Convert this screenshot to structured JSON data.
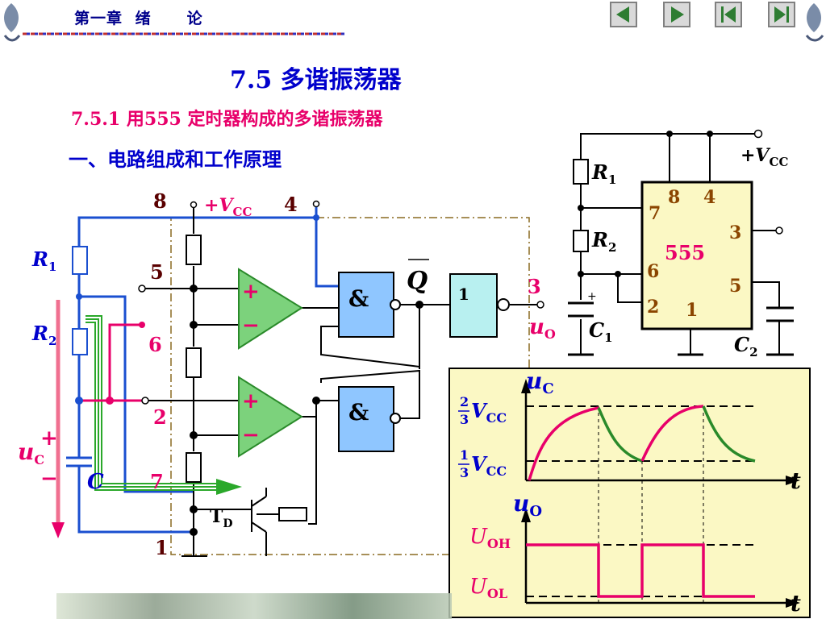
{
  "header": {
    "chapter_prefix": "第一章",
    "chapter_a": "绪",
    "chapter_b": "论"
  },
  "nav": {
    "buttons": [
      "prev-icon",
      "next-icon",
      "first-icon",
      "last-icon"
    ]
  },
  "title": "7.5 多谐振荡器",
  "subtitle_1": "7.5.1 用555 定时器构成的多谐振荡器",
  "subtitle_2": "一、电路组成和工作原理",
  "circuit": {
    "pin_8": "8",
    "pin_4": "4",
    "pin_5": "5",
    "pin_6": "6",
    "pin_2": "2",
    "pin_7": "7",
    "pin_1": "1",
    "pin_3": "3",
    "vcc_plus": "+",
    "vcc_v": "V",
    "vcc_sub": "CC",
    "r1": "R",
    "r1_sub": "1",
    "r2": "R",
    "r2_sub": "2",
    "c": "C",
    "uc": "u",
    "uc_sub": "C",
    "plus": "+",
    "minus": "−",
    "and": "&",
    "not": "1",
    "qbar": "Q",
    "td": "T",
    "td_sub": "D",
    "uo": "u",
    "uo_sub": "O"
  },
  "chip": {
    "label": "555",
    "pin8": "8",
    "pin4": "4",
    "pin7": "7",
    "pin3": "3",
    "pin6": "6",
    "pin5": "5",
    "pin2": "2",
    "pin1": "1",
    "r1": "R",
    "r1_sub": "1",
    "r2": "R",
    "r2_sub": "2",
    "c1": "C",
    "c1_sub": "1",
    "c2": "C",
    "c2_sub": "2",
    "vcc": "+V",
    "vcc_sub": "CC"
  },
  "waveform": {
    "uc": "u",
    "uc_sub": "C",
    "uo": "u",
    "uo_sub": "O",
    "two_num": "2",
    "three_a": "3",
    "one_num": "1",
    "three_b": "3",
    "v": "V",
    "v_sub": "CC",
    "uoh": "U",
    "uoh_sub": "OH",
    "uol": "U",
    "uol_sub": "OL",
    "t": "t"
  },
  "colors": {
    "blue": "#0000cc",
    "magenta": "#e8006a",
    "green": "#2a8a2a",
    "wave_bg": "#fbf8c4",
    "gate_fill": "#8fc6ff",
    "comp_fill": "#7cd27c"
  }
}
